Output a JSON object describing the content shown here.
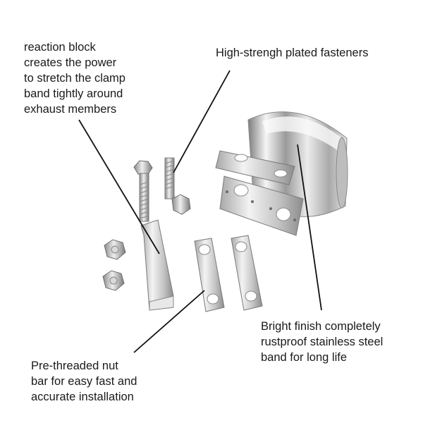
{
  "callouts": {
    "reaction_block": "reaction block\ncreates the power\nto stretch the clamp\nband tightly around\nexhaust members",
    "fasteners": "High-strengh plated fasteners",
    "finish": "Bright finish completely\nrustproof stainless steel\nband for long life",
    "nut_bar": "Pre-threaded nut\nbar for easy fast and\naccurate installation"
  },
  "colors": {
    "line": "#111111",
    "metal_light": "#f2f2f2",
    "metal_mid": "#c9c9c9",
    "metal_dark": "#8f8f8f"
  }
}
